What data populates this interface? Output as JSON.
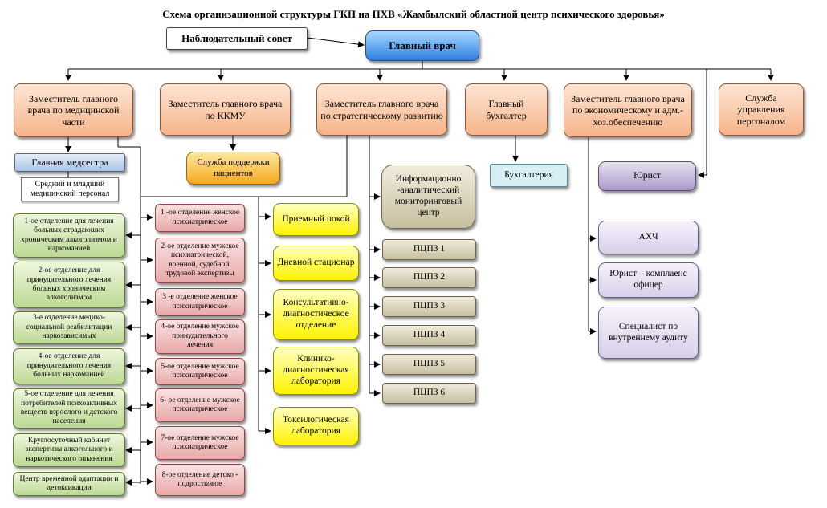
{
  "title": "Схема организационной структуры ГКП на ПХВ «Жамбылский областной центр психического здоровья»",
  "top": {
    "board": "Наблюдательный совет",
    "chief": "Главный врач"
  },
  "deputies": {
    "medical": "Заместитель главного врача по медицинской части",
    "kkmu": "Заместитель главного врача по ККМУ",
    "strategic": "Заместитель главного врача по стратегическому развитию",
    "accountant": "Главный бухгалтер",
    "economic": "Заместитель главного врача по экономическому и адм.-хоз.обеспечению",
    "hr": "Служба управления персоналом"
  },
  "medical_branch": {
    "head_nurse": "Главная медсестра",
    "staff": "Средний и младший медицинский персонал",
    "green_units": [
      "1-ое отделение для лечения больных страдающих хроническим алкоголизмом и наркоманией",
      "2-ое отделение для принудительного лечения больных хроническим алкоголизмом",
      "3-е отделение медико-социальной реабилитации наркозависимых",
      "4-ое отделение для принудительного лечения больных наркоманией",
      "5-ое отделение для лечения потребителей психоактивных веществ взрослого и детского населения",
      "Круглосуточный кабинет экспертизы алкогольного и наркотического опьянения",
      "Центр временной адаптации и детоксикации"
    ],
    "pink_units": [
      "1 -ое отделение женское психиатрическое",
      "2-ое отделение мужское психиатрической, военной, судебной, трудовой экспертизы",
      "3 -е отделение женское психиатрическое",
      "4-ое отделение мужское принудительного лечения",
      "5-ое отделение мужское психиатрическое",
      "6- ое отделение мужское психиатрическое",
      "7-ое отделение мужское психиатрическое",
      "8-ое отделение детско - подростковое"
    ],
    "yellow_units": [
      "Приемный покой",
      "Дневной стационар",
      "Консультативно-диагностическое отделение",
      "Клинико-диагностическая лаборатория",
      "Токсилогическая лаборатория"
    ]
  },
  "kkmu_branch": {
    "support": "Служба поддержки пациентов"
  },
  "strategic_branch": {
    "info_center": "Информационно -аналитический мониторинговый центр",
    "pcpz": [
      "ПЦПЗ 1",
      "ПЦПЗ 2",
      "ПЦПЗ 3",
      "ПЦПЗ 4",
      "ПЦПЗ 5",
      "ПЦПЗ 6"
    ]
  },
  "accounting": {
    "dept": "Бухгалтерия"
  },
  "economic_branch": {
    "lawyer": "Юрист",
    "ahch": "АХЧ",
    "compliance": "Юрист – комплаенс офицер",
    "auditor": "Специалист по внутреннему аудиту"
  }
}
